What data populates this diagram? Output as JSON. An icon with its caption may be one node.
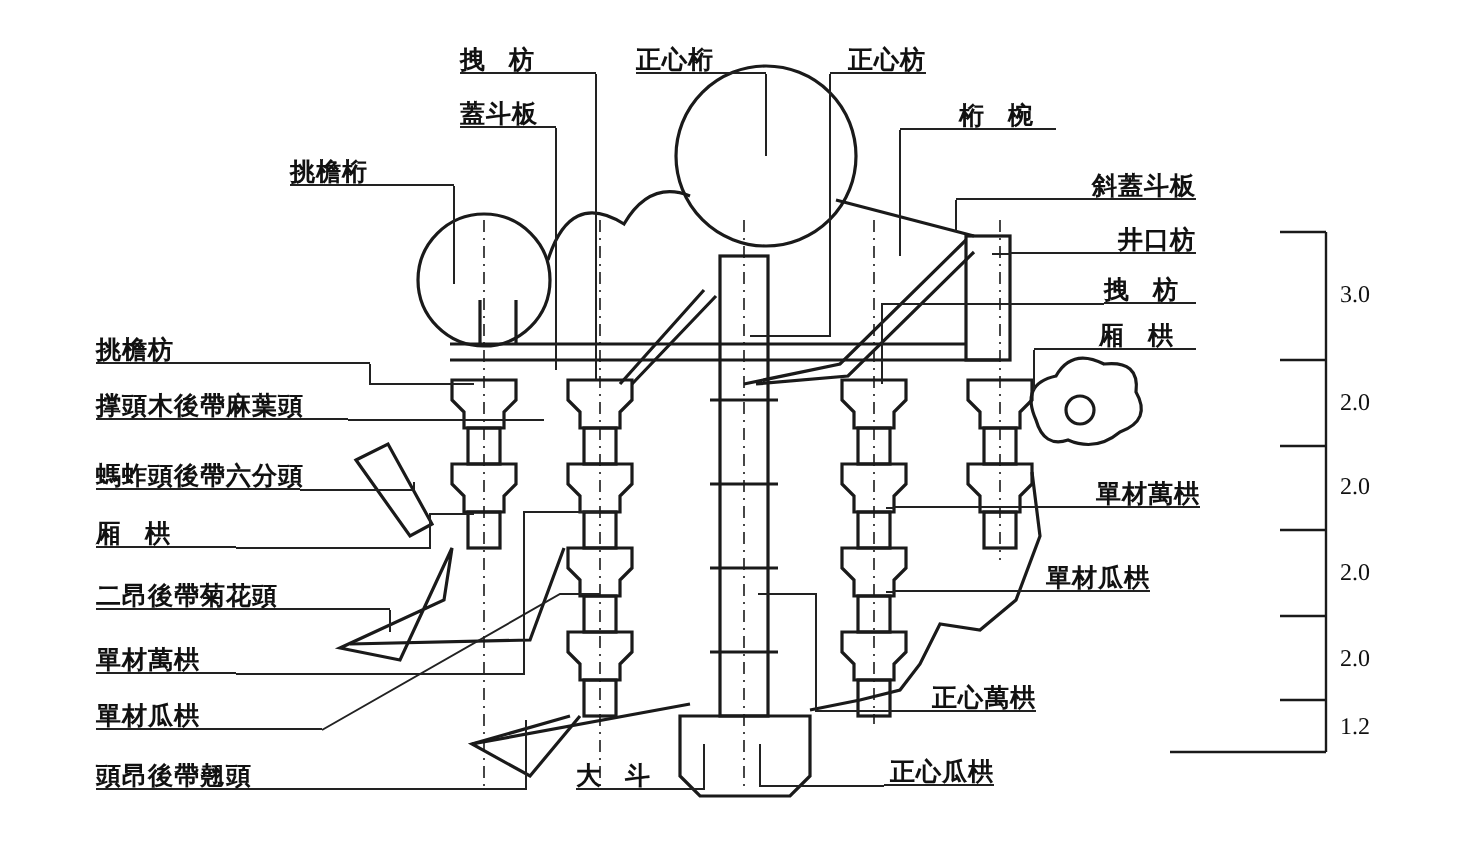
{
  "diagram": {
    "nodes": [
      {
        "text": [
          "拽枋"
        ]
      },
      {
        "text": [
          "蓋斗板"
        ]
      },
      {
        "text": [
          "挑檐桁"
        ]
      },
      {
        "text": [
          "正心桁"
        ]
      },
      {
        "text": [
          "正心枋"
        ]
      },
      {
        "text": [
          "桁椀"
        ]
      },
      {
        "text": [
          "斜蓋斗板"
        ]
      },
      {
        "text": [
          "井口枋"
        ]
      },
      {
        "text": [
          "拽枋"
        ]
      },
      {
        "text": [
          "厢栱"
        ]
      },
      {
        "text": [
          "挑檐枋"
        ]
      },
      {
        "text": [
          "撑頭木後帶麻葉頭"
        ]
      },
      {
        "text": [
          "螞蚱頭後帶六分頭"
        ]
      },
      {
        "text": [
          "厢栱"
        ]
      },
      {
        "text": [
          "二昂後帶菊花頭"
        ]
      },
      {
        "text": [
          "單材萬栱"
        ]
      },
      {
        "text": [
          "單材瓜栱"
        ]
      },
      {
        "text": [
          "頭昂後帶翹頭"
        ]
      },
      {
        "text": [
          "大斗"
        ]
      },
      {
        "text": [
          "單材萬栱"
        ]
      },
      {
        "text": [
          "單材瓜栱"
        ]
      },
      {
        "text": [
          "正心萬栱"
        ]
      },
      {
        "text": [
          "正心瓜栱"
        ]
      }
    ],
    "edges": [
      {
        "from": 0,
        "to": null,
        "arrow": "none"
      },
      {
        "from": 1,
        "to": null,
        "arrow": "none"
      },
      {
        "from": 2,
        "to": null,
        "arrow": "none"
      },
      {
        "from": 3,
        "to": null,
        "arrow": "none"
      },
      {
        "from": 4,
        "to": null,
        "arrow": "none"
      },
      {
        "from": 5,
        "to": null,
        "arrow": "none"
      },
      {
        "from": 6,
        "to": null,
        "arrow": "none"
      },
      {
        "from": 7,
        "to": null,
        "arrow": "none"
      },
      {
        "from": 8,
        "to": null,
        "arrow": "none"
      },
      {
        "from": 9,
        "to": null,
        "arrow": "none"
      },
      {
        "from": 10,
        "to": null,
        "arrow": "none"
      },
      {
        "from": 11,
        "to": null,
        "arrow": "none"
      },
      {
        "from": 12,
        "to": null,
        "arrow": "none"
      },
      {
        "from": 13,
        "to": null,
        "arrow": "none"
      },
      {
        "from": 14,
        "to": null,
        "arrow": "none"
      },
      {
        "from": 15,
        "to": null,
        "arrow": "none"
      },
      {
        "from": 16,
        "to": null,
        "arrow": "none"
      },
      {
        "from": 17,
        "to": null,
        "arrow": "none"
      },
      {
        "from": 18,
        "to": null,
        "arrow": "none"
      },
      {
        "from": 19,
        "to": null,
        "arrow": "none"
      },
      {
        "from": 20,
        "to": null,
        "arrow": "none"
      },
      {
        "from": 21,
        "to": null,
        "arrow": "none"
      },
      {
        "from": 22,
        "to": null,
        "arrow": "none"
      }
    ],
    "labels": [
      "3.0",
      "2.0",
      "2.0",
      "2.0",
      "2.0",
      "1.2"
    ]
  }
}
